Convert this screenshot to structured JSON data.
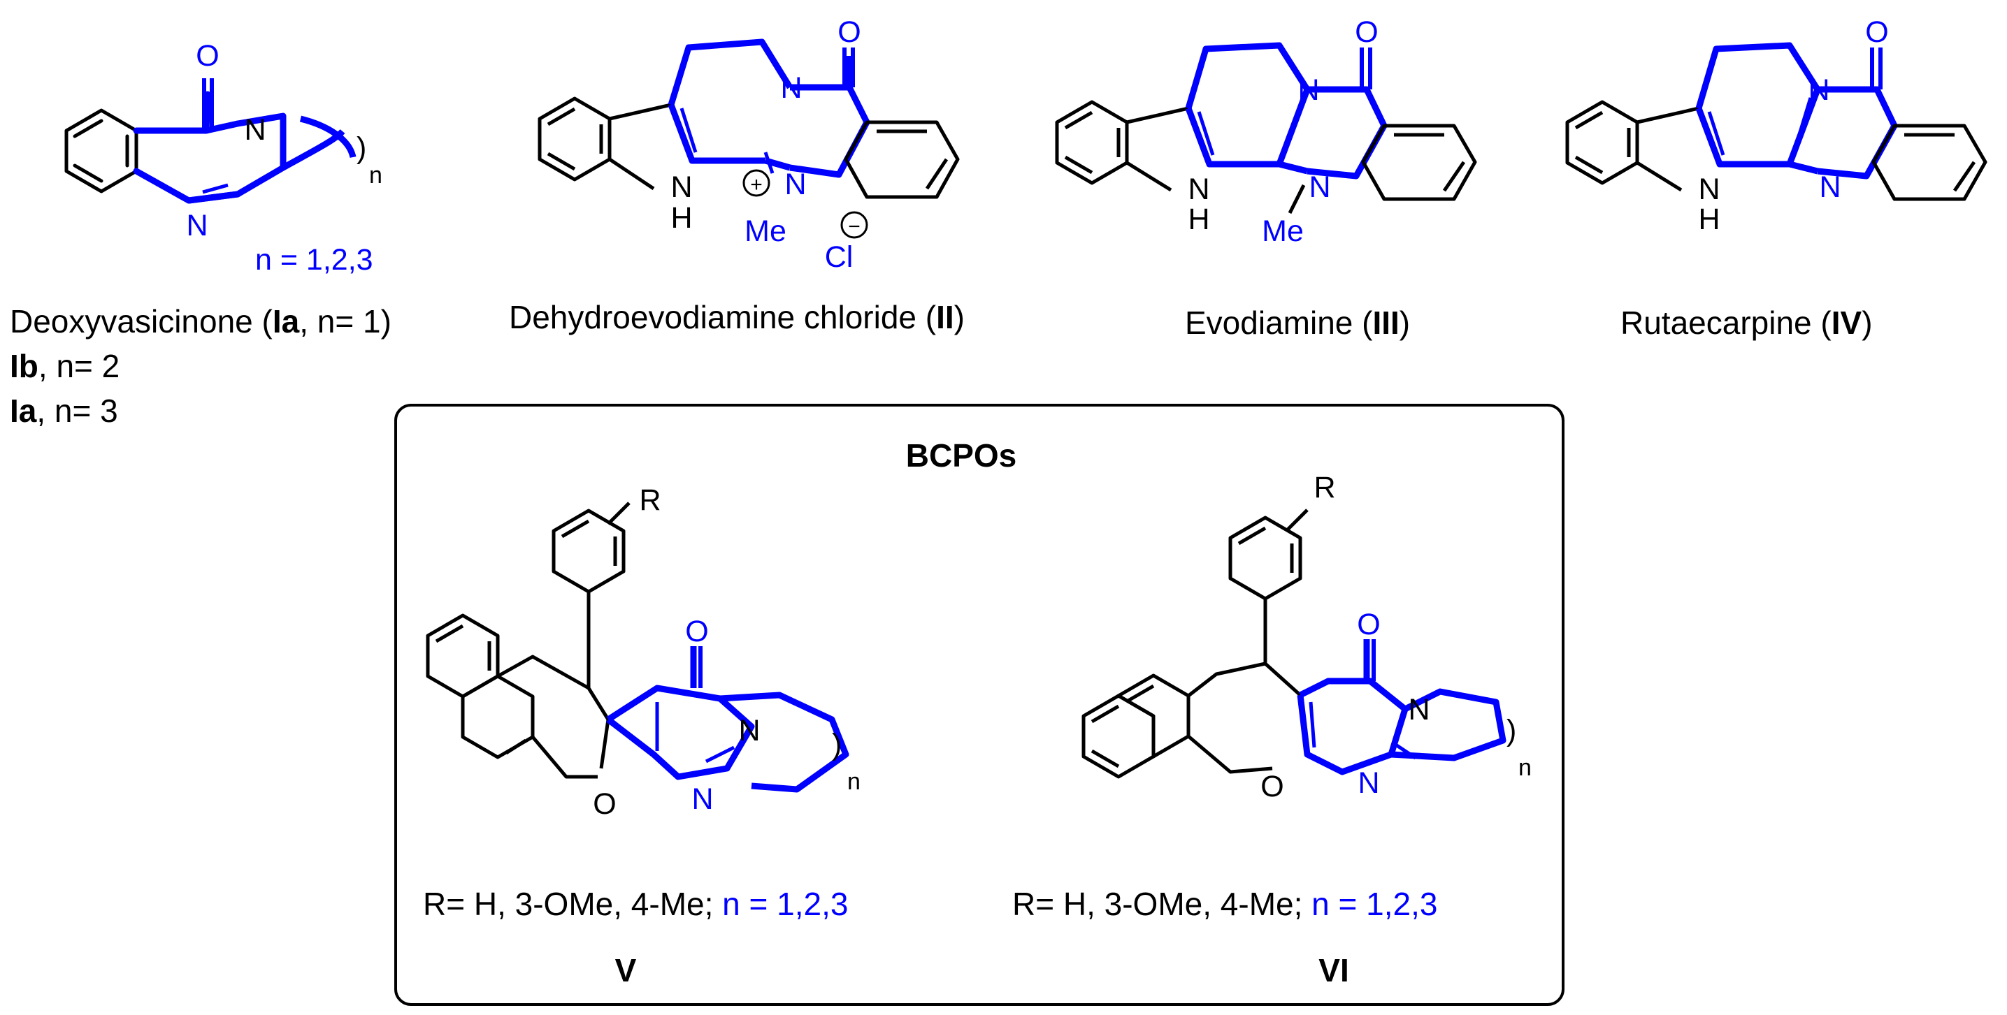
{
  "colors": {
    "black": "#000000",
    "blue": "#0000ff",
    "background": "#ffffff"
  },
  "compounds": [
    {
      "id": "I",
      "name_parts": [
        "Deoxyvasicinone (",
        "Ia",
        ", n= 1)"
      ],
      "variant_lines": [
        {
          "bold": "Ib",
          "rest": ", n= 2"
        },
        {
          "bold": "Ia",
          "rest": ", n= 3"
        }
      ],
      "atoms": {
        "O": "O",
        "N1": "N",
        "N2": "N",
        "sub": "n",
        "n_range": "n = 1,2,3"
      }
    },
    {
      "id": "II",
      "name_parts": [
        "Dehydroevodiamine chloride (",
        "II",
        ")"
      ],
      "atoms": {
        "O": "O",
        "N1": "N",
        "N2": "N",
        "NH_N": "N",
        "NH_H": "H",
        "Me": "Me",
        "plus": "+",
        "minus": "−",
        "Cl": "Cl"
      }
    },
    {
      "id": "III",
      "name_parts": [
        "Evodiamine (",
        "III",
        ")"
      ],
      "atoms": {
        "O": "O",
        "N1": "N",
        "N2": "N",
        "NH_N": "N",
        "NH_H": "H",
        "Me": "Me"
      }
    },
    {
      "id": "IV",
      "name_parts": [
        "Rutaecarpine (",
        "IV",
        ")"
      ],
      "atoms": {
        "O": "O",
        "N1": "N",
        "N2": "N",
        "NH_N": "N",
        "NH_H": "H"
      }
    }
  ],
  "bcpo_box": {
    "title": "BCPOs",
    "structures": [
      {
        "id": "V",
        "label": "V",
        "r_text": "R= H, 3-OMe, 4-Me; ",
        "n_text": "n = 1,2,3",
        "atoms": {
          "R": "R",
          "O_ring": "O",
          "O_carbonyl": "O",
          "N1": "N",
          "N2": "N",
          "sub": "n"
        }
      },
      {
        "id": "VI",
        "label": "VI",
        "r_text": "R= H, 3-OMe, 4-Me; ",
        "n_text": "n = 1,2,3",
        "atoms": {
          "R": "R",
          "O_ring": "O",
          "O_carbonyl": "O",
          "N1": "N",
          "N2": "N",
          "sub": "n"
        }
      }
    ]
  }
}
